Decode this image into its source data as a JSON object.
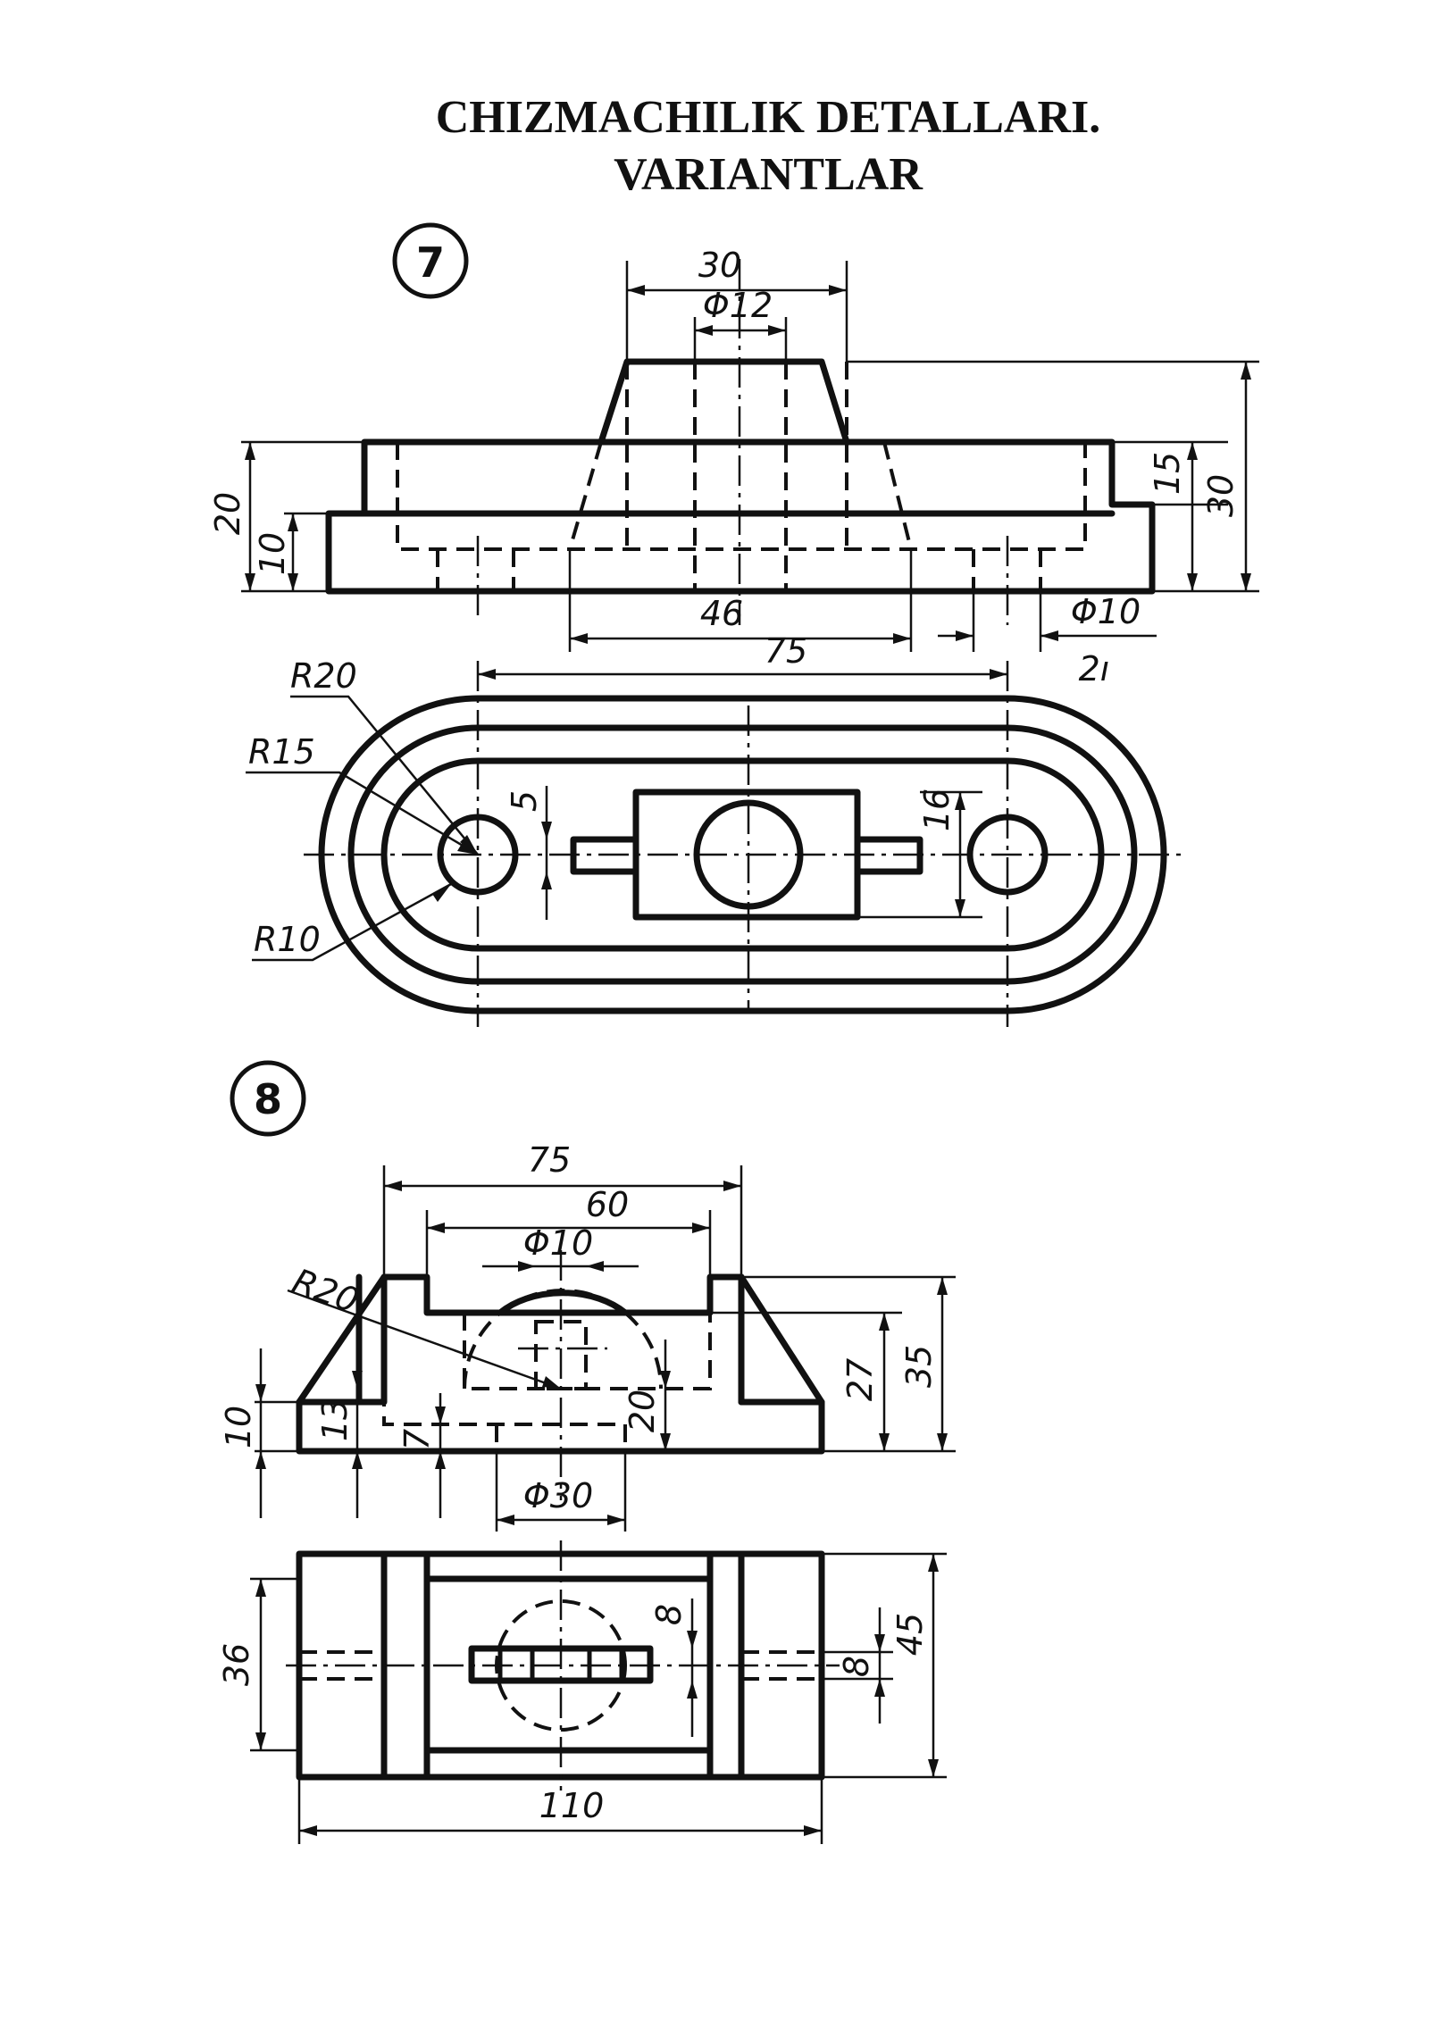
{
  "title": {
    "line1": "CHIZMACHILIK DETALLARI.",
    "line2": "VARIANTLAR"
  },
  "variant7": {
    "number": "7",
    "dims": {
      "width_top": "30",
      "hole_top": "Φ12",
      "height_left": "20",
      "step_left": "10",
      "height_right_inner": "15",
      "height_right": "30",
      "span_46": "46",
      "hole_small": "Φ10",
      "count": "2ı",
      "center_distance": "75",
      "r_outer": "R20",
      "r_mid": "R15",
      "r_inner": "R10",
      "slot_width": "5",
      "boss_height": "16"
    }
  },
  "variant8": {
    "number": "8",
    "dims": {
      "overall_top": "75",
      "inner_top": "60",
      "hole_top": "Φ10",
      "radius": "R20",
      "base_height": "10",
      "rib_height": "13",
      "foot_height": "7",
      "arc_height": "20",
      "inner_height": "27",
      "total_height": "35",
      "bore": "Φ30",
      "plan_width_left": "36",
      "slot_width": "8",
      "side_slot": "8",
      "plan_width_right": "45",
      "length": "110"
    }
  }
}
